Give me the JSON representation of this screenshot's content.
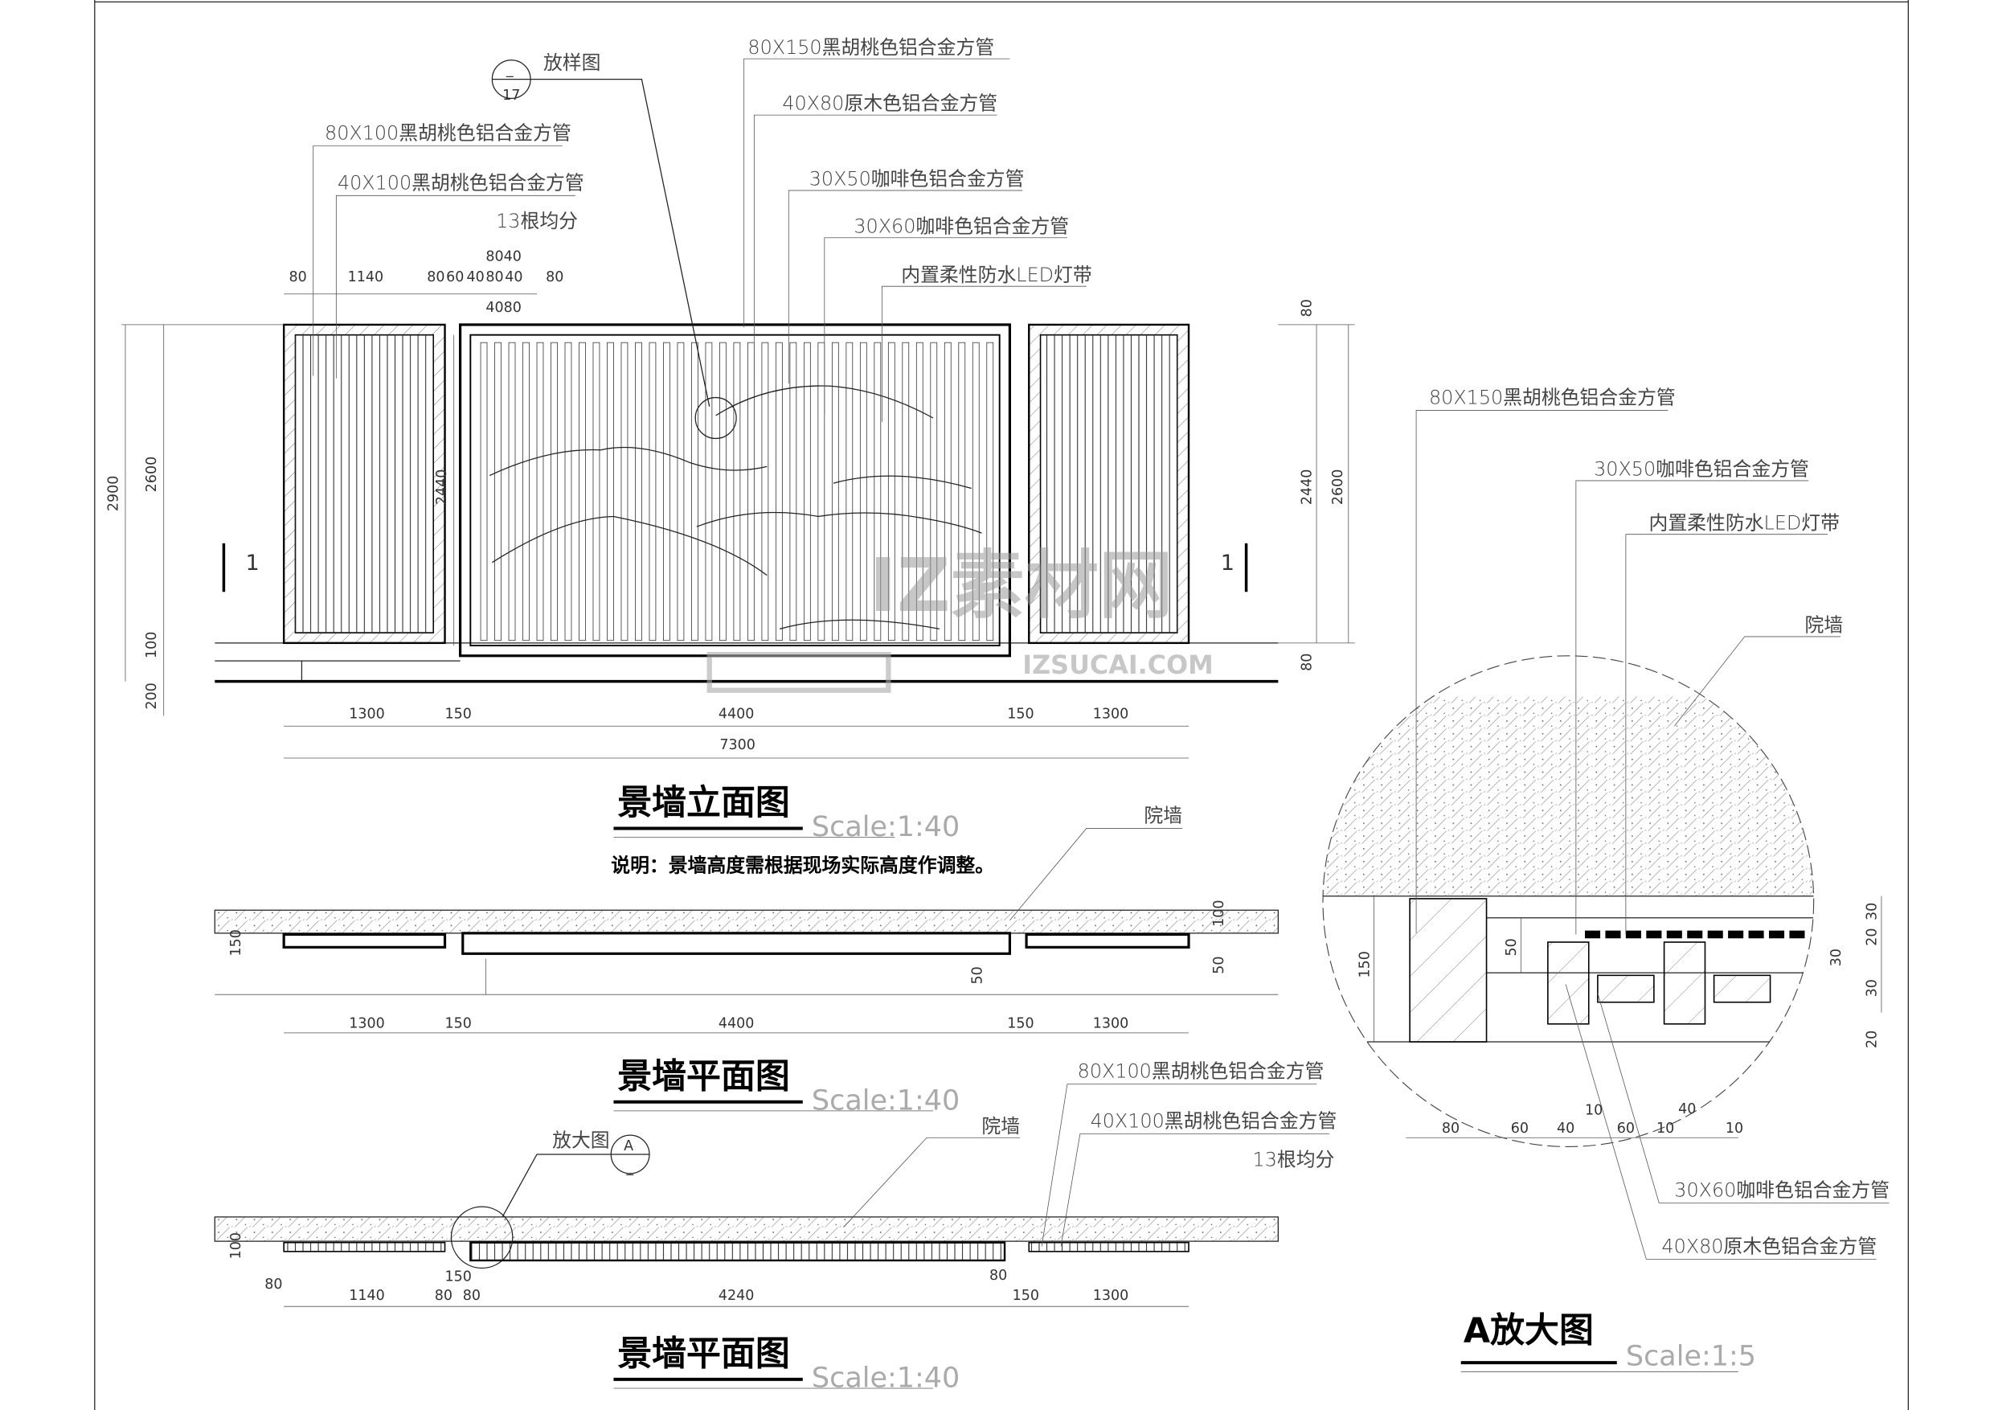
{
  "elevation": {
    "title": "景墙立面图",
    "scale": "Scale:1:40",
    "note": "说明：景墙高度需根据现场实际高度作调整。",
    "callout_ref": {
      "top": "_",
      "bottom": "17",
      "label": "放样图"
    },
    "labels": [
      "80X150黑胡桃色铝合金方管",
      "40X80原木色铝合金方管",
      "30X50咖啡色铝合金方管",
      "30X60咖啡色铝合金方管",
      "内置柔性防水LED灯带",
      "80X100黑胡桃色铝合金方管",
      "40X100黑胡桃色铝合金方管",
      "13根均分"
    ],
    "top_dims": [
      "80",
      "1140",
      "80",
      "60",
      "40",
      "80",
      "40",
      "80",
      "8040",
      "4080"
    ],
    "left_dims": [
      "2900",
      "2600",
      "100",
      "200"
    ],
    "gate_height": "2440",
    "right_dims": [
      "80",
      "2440",
      "2600",
      "80"
    ],
    "bottom_dims": [
      "1300",
      "150",
      "4400",
      "150",
      "1300"
    ],
    "total": "7300",
    "section_mark": "1"
  },
  "plan1": {
    "title": "景墙平面图",
    "scale": "Scale:1:40",
    "wall_label": "院墙",
    "dims": [
      "1300",
      "150",
      "4400",
      "150",
      "1300"
    ],
    "side_dims": [
      "150",
      "50",
      "50",
      "100"
    ]
  },
  "plan2": {
    "title": "景墙平面图",
    "scale": "Scale:1:40",
    "wall_label": "院墙",
    "callout": {
      "label": "放大图",
      "top": "A",
      "bottom": "_"
    },
    "labels": [
      "80X100黑胡桃色铝合金方管",
      "40X100黑胡桃色铝合金方管",
      "13根均分"
    ],
    "dims": [
      "80",
      "1140",
      "80",
      "80",
      "150",
      "4240",
      "80",
      "150",
      "1300"
    ],
    "side_dim": "100"
  },
  "detail": {
    "title": "A放大图",
    "scale": "Scale:1:5",
    "labels": [
      "80X150黑胡桃色铝合金方管",
      "30X50咖啡色铝合金方管",
      "内置柔性防水LED灯带",
      "院墙",
      "30X60咖啡色铝合金方管",
      "40X80原木色铝合金方管"
    ],
    "bottom_dims": [
      "80",
      "60",
      "40",
      "10",
      "60",
      "10",
      "40",
      "10"
    ],
    "right_dims": [
      "30",
      "20",
      "30",
      "30",
      "20"
    ],
    "left_dims": [
      "150",
      "50"
    ]
  },
  "watermark": {
    "main": "IZ素材网",
    "sub": "IZSUCAI.COM"
  }
}
